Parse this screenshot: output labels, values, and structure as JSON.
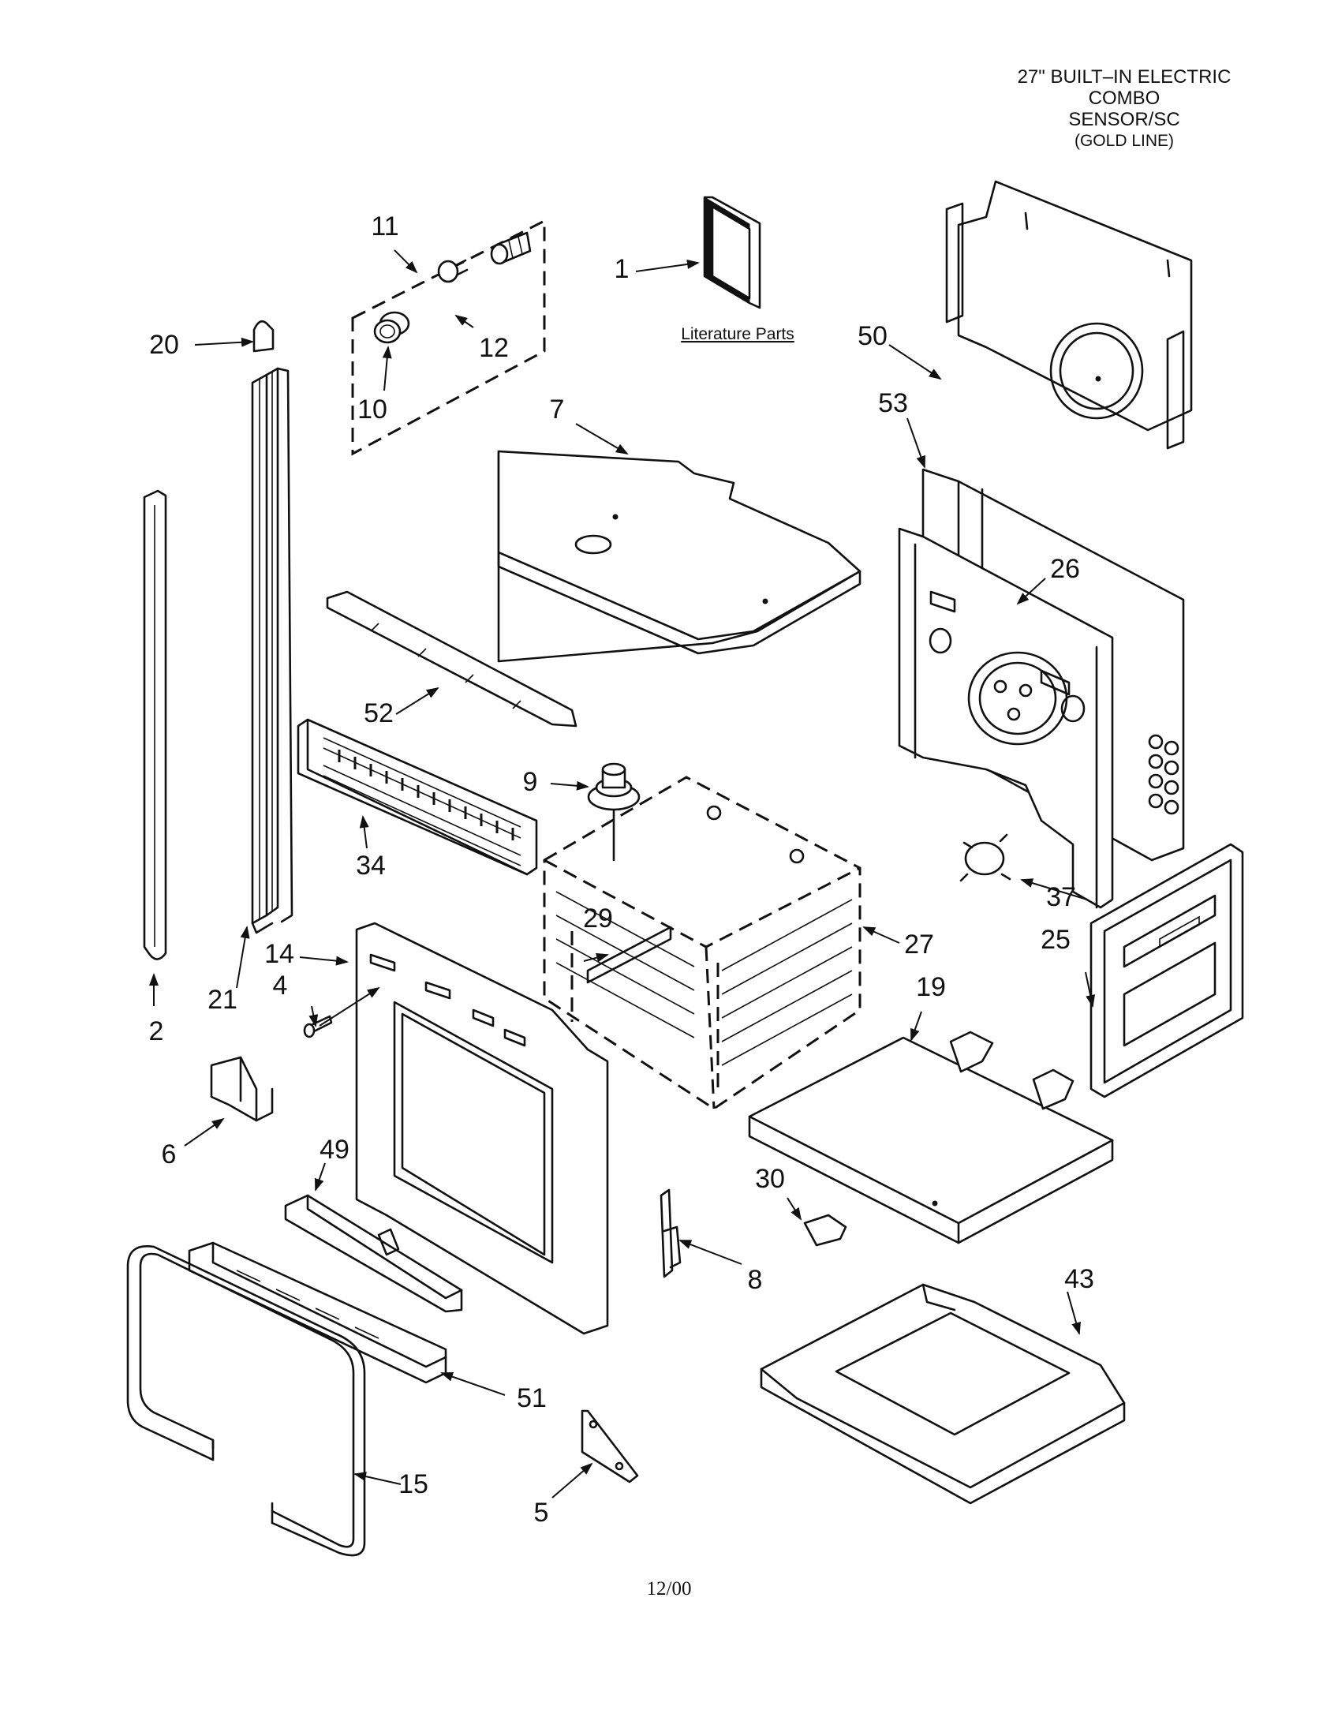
{
  "title": {
    "line1": "27\" BUILT–IN ELECTRIC",
    "line2": "COMBO",
    "line3": "SENSOR/SC",
    "line4": "(GOLD LINE)"
  },
  "literature_label": "Literature Parts",
  "footer_date": "12/00",
  "callouts": {
    "p1": "1",
    "p2": "2",
    "p4": "4",
    "p5": "5",
    "p6": "6",
    "p7": "7",
    "p8": "8",
    "p9": "9",
    "p10": "10",
    "p11": "11",
    "p12": "12",
    "p14": "14",
    "p15": "15",
    "p19": "19",
    "p20": "20",
    "p21": "21",
    "p25": "25",
    "p26": "26",
    "p27": "27",
    "p29": "29",
    "p30": "30",
    "p34": "34",
    "p37": "37",
    "p43": "43",
    "p49": "49",
    "p50": "50",
    "p51": "51",
    "p52": "52",
    "p53": "53"
  }
}
